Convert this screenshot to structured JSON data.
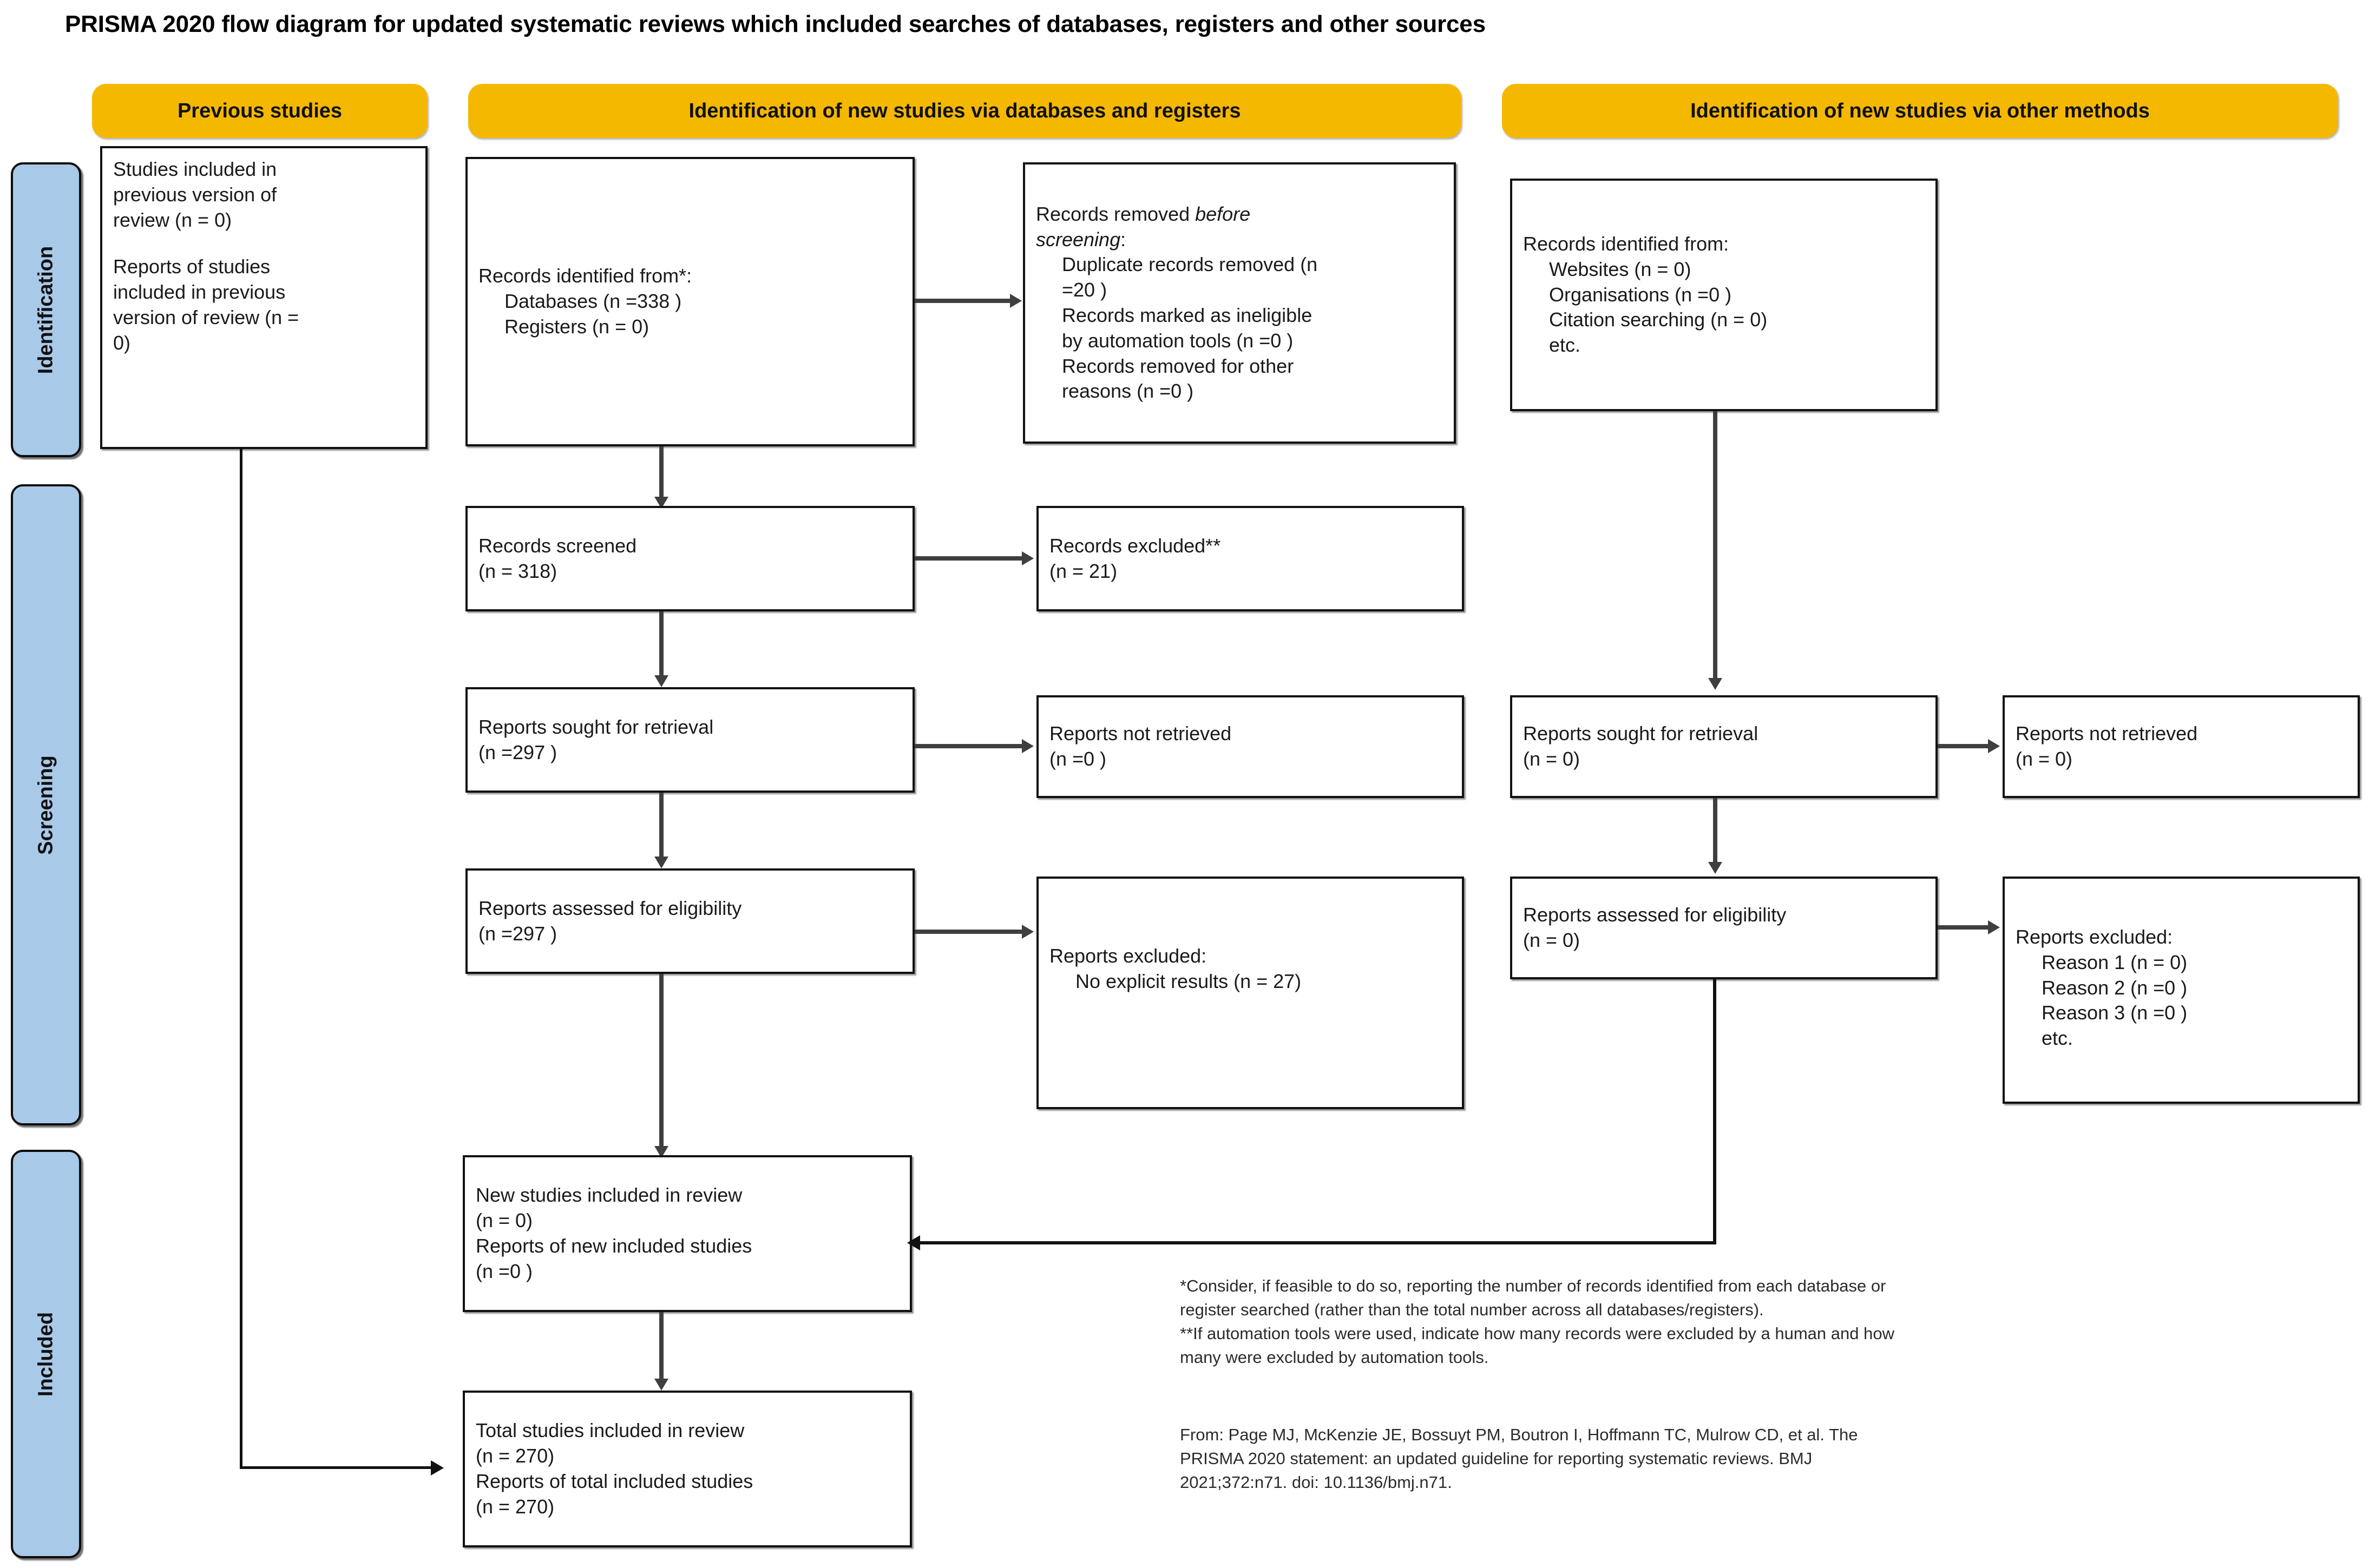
{
  "title": "PRISMA 2020 flow diagram for updated systematic reviews which included searches of databases, registers and other sources",
  "colors": {
    "header_pill": "#F5B800",
    "phase_pill": "#A9C9E8",
    "box_border": "#111111",
    "connector": "#3f3f3f"
  },
  "headers": {
    "previous": "Previous studies",
    "databases": "Identification of new studies via databases and registers",
    "other": "Identification of new studies via other methods"
  },
  "phases": {
    "identification": "Identification",
    "screening": "Screening",
    "included": "Included"
  },
  "boxes": {
    "previous_studies": {
      "line1": "Studies included in",
      "line2": "previous version of",
      "line3": "review (n = 0)",
      "line4": "Reports of studies",
      "line5": "included in previous",
      "line6": "version of review (n =",
      "line7": "0)"
    },
    "records_identified": {
      "heading": "Records identified from*:",
      "item1": "Databases (n =338 )",
      "item2": "Registers (n = 0)"
    },
    "records_removed": {
      "heading_plain": "Records removed ",
      "heading_italic1": "before",
      "heading_italic2": "screening",
      "heading_colon": ":",
      "item1": "Duplicate records removed  (n",
      "item1b": "=20 )",
      "item2": "Records marked as ineligible",
      "item2b": "by automation tools (n =0 )",
      "item3": "Records removed for other",
      "item3b": "reasons (n =0 )"
    },
    "records_screened": {
      "line1": "Records screened",
      "line2": "(n = 318)"
    },
    "records_excluded": {
      "line1": "Records excluded**",
      "line2": "(n = 21)"
    },
    "reports_sought": {
      "line1": "Reports sought for retrieval",
      "line2": "(n =297 )"
    },
    "reports_not_retrieved": {
      "line1": "Reports not retrieved",
      "line2": "(n =0 )"
    },
    "reports_assessed": {
      "line1": "Reports assessed for eligibility",
      "line2": "(n =297 )"
    },
    "reports_excluded": {
      "heading": "Reports excluded:",
      "item1": "No explicit results (n = 27)"
    },
    "new_studies_included": {
      "line1": "New studies included in review",
      "line2": "(n = 0)",
      "line3": "Reports of new included studies",
      "line4": "(n =0 )"
    },
    "total_studies_included": {
      "line1": "Total studies included in review",
      "line2": "(n = 270)",
      "line3": "Reports of total included studies",
      "line4": "(n = 270)"
    },
    "other_identified": {
      "heading": "Records identified from:",
      "item1": "Websites (n = 0)",
      "item2": "Organisations (n =0 )",
      "item3": "Citation searching (n = 0)",
      "item4": "etc."
    },
    "other_reports_sought": {
      "line1": "Reports sought for retrieval",
      "line2": "(n = 0)"
    },
    "other_reports_not_retrieved": {
      "line1": "Reports not retrieved",
      "line2": "(n = 0)"
    },
    "other_reports_assessed": {
      "line1": "Reports assessed for eligibility",
      "line2": "(n = 0)"
    },
    "other_reports_excluded": {
      "heading": "Reports excluded:",
      "item1": "Reason 1 (n = 0)",
      "item2": "Reason 2 (n =0 )",
      "item3": "Reason 3 (n =0 )",
      "item4": "etc."
    }
  },
  "footnotes": {
    "star_line1": "*Consider, if feasible to do so, reporting the number of records identified from each database or",
    "star_line2": "register searched (rather than the total number across all databases/registers).",
    "dstar_line1": "**If automation tools were used, indicate how many records were excluded by a human and how",
    "dstar_line2": "many were excluded by automation tools.",
    "citation_line1": "From:  Page MJ, McKenzie JE, Bossuyt PM, Boutron I, Hoffmann TC, Mulrow CD, et al. The",
    "citation_line2": "PRISMA 2020 statement: an updated guideline for reporting systematic reviews. BMJ",
    "citation_line3": "2021;372:n71. doi: 10.1136/bmj.n71."
  }
}
